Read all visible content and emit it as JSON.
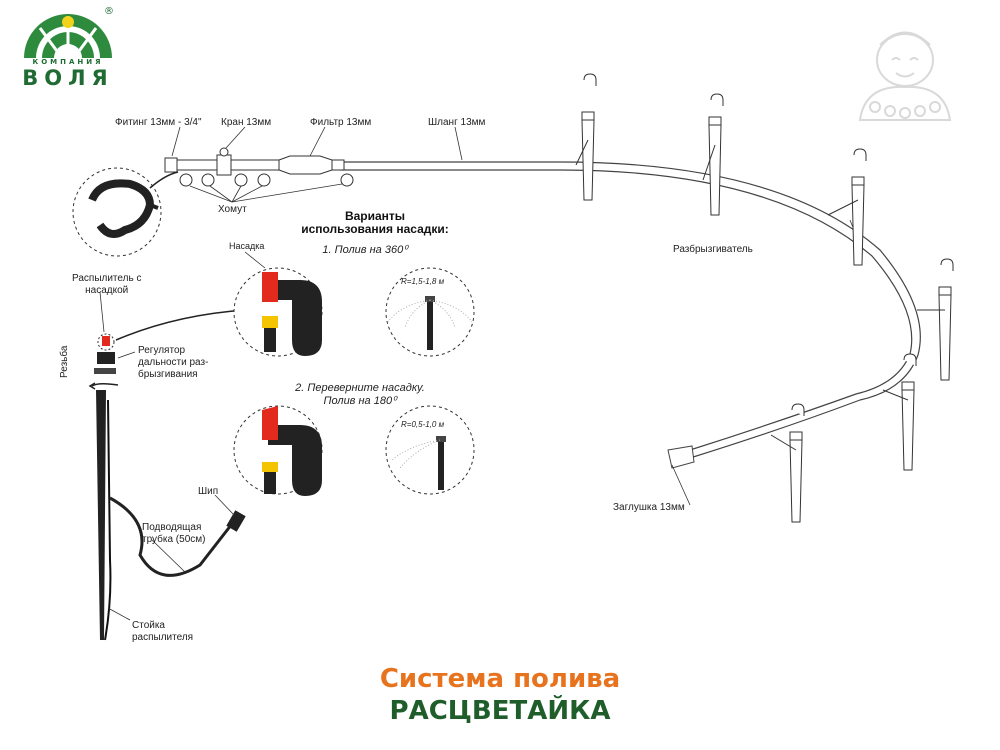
{
  "logo": {
    "company": "КОМПАНИЯ",
    "name": "ВОЛЯ",
    "reg": "®"
  },
  "title": {
    "line1": "Система полива",
    "line2": "РАСЦВЕТАЙКА"
  },
  "labels": {
    "fitting": "Фитинг 13мм - 3/4\"",
    "valve": "Кран 13мм",
    "filter": "Фильтр 13мм",
    "hose": "Шланг 13мм",
    "clamp": "Хомут",
    "sprinkler": "Разбрызгиватель",
    "plug": "Заглушка 13мм",
    "sprayer_with_nozzle": "Распылитель с\nнасадкой",
    "thread": "Резьба",
    "regulator": "Регулятор\nдальности раз-\nбрызгивания",
    "spike": "Шип",
    "supply_tube": "Подводящая\nтрубка (50см)",
    "stand": "Стойка\nраспылителя",
    "nozzle": "Насадка"
  },
  "variants": {
    "heading": "Варианты\nиспользования насадки:",
    "option1": "1. Полив на 360⁰",
    "option2": "2. Переверните насадку.\nПолив на 180⁰",
    "radius1": "R=1,5-1,8 м",
    "radius2": "R=0,5-1,0 м"
  },
  "colors": {
    "green": "#1f5e2b",
    "orange": "#e8731e",
    "red": "#e32a1f",
    "yellow": "#f5c400"
  }
}
